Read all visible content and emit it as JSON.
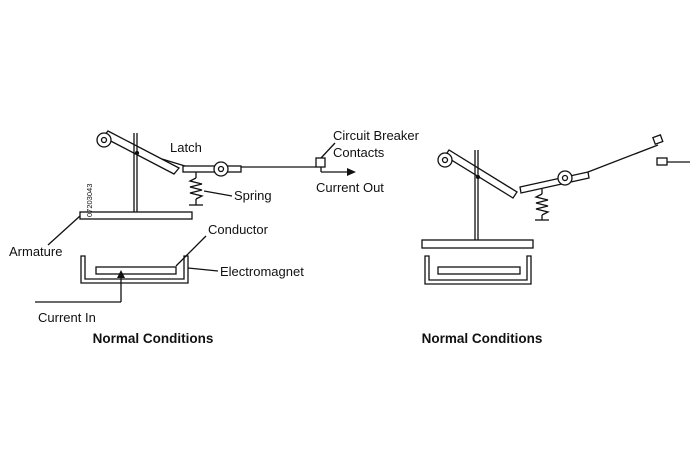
{
  "left_panel": {
    "labels": {
      "latch": "Latch",
      "circuit_breaker_line1": "Circuit Breaker",
      "circuit_breaker_line2": "Contacts",
      "spring": "Spring",
      "current_out": "Current Out",
      "conductor": "Conductor",
      "armature": "Armature",
      "electromagnet": "Electromagnet",
      "current_in": "Current In",
      "figure_code": "07203043"
    },
    "caption": "Normal Conditions"
  },
  "right_panel": {
    "caption": "Normal Conditions"
  },
  "colors": {
    "ink": "#111111",
    "background": "#ffffff"
  }
}
